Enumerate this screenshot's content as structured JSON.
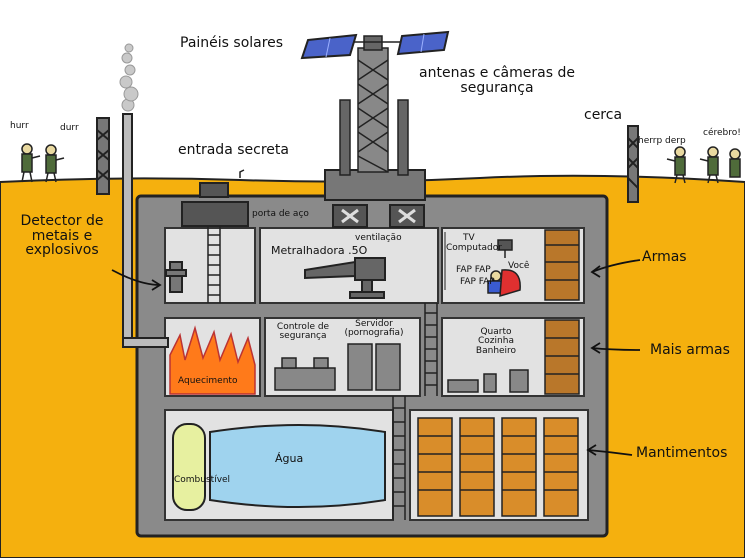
{
  "labels": {
    "solar_panels": "Painéis solares",
    "antennas_line1": "antenas e câmeras de",
    "antennas_line2": "segurança",
    "fence": "cerca",
    "secret_entrance": "entrada secreta",
    "hurr": "hurr",
    "durr": "durr",
    "herrp_derp": "herrp derp",
    "brain": "cérebro!",
    "detector_line1": "Detector de",
    "detector_line2": "metais e",
    "detector_line3": "explosivos",
    "steel_door": "porta de aço",
    "ventilation": "ventilação",
    "machine_gun": "Metralhadora .5O",
    "tv": "TV",
    "computer": "Computador",
    "fap": "FAP FAP",
    "fap2": "FAP FAP",
    "you": "Você",
    "weapons": "Armas",
    "security_control_1": "Controle de",
    "security_control_2": "segurança",
    "server_1": "Servidor",
    "server_2": "(pornografia)",
    "room_1": "Quarto",
    "room_2": "Cozinha",
    "room_3": "Banheiro",
    "more_weapons": "Mais armas",
    "heating": "Aquecimento",
    "water": "Água",
    "fuel": "Combustível",
    "supplies": "Mantimentos"
  },
  "colors": {
    "sky": "#ffffff",
    "ground": "#f5b00e",
    "concrete": "#8a8a8a",
    "room": "#e2e2e2",
    "water": "#9fd3ee",
    "fuel": "#e7f0a0",
    "fire": "#ff7a1a",
    "crates": "#d98d2a",
    "solar": "#4a63c9"
  }
}
